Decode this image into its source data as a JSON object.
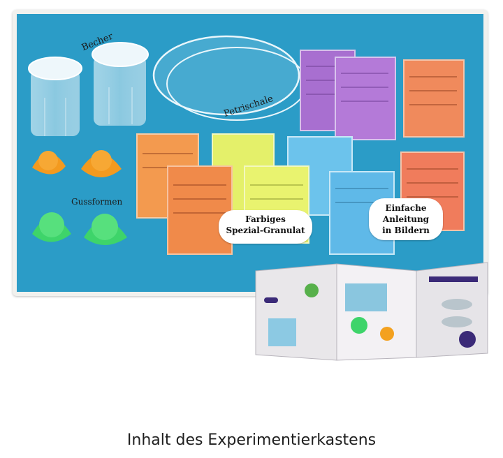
{
  "labels": {
    "becher": "Becher",
    "petrischale": "Petrischale",
    "gussformen": "Gussformen"
  },
  "bubbles": {
    "granulat_line1": "Farbiges",
    "granulat_line2": "Spezial-Granulat",
    "anleitung_line1": "Einfache",
    "anleitung_line2": "Anleitung",
    "anleitung_line3": "in Bildern"
  },
  "caption": "Inhalt des Experimentierkastens",
  "colors": {
    "background": "#2b9cc7",
    "purple_packet": "#a86fd0",
    "orange_packet": "#f08a5c",
    "yellow_packet": "#e4f06a",
    "blue_packet": "#5fb9e8",
    "mold_orange": "#f39a1f",
    "mold_green": "#3ed46a"
  }
}
